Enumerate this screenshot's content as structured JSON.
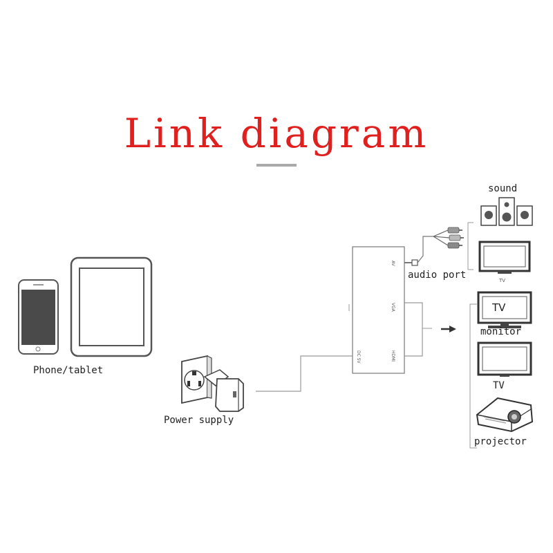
{
  "title": "Link diagram",
  "labels": {
    "phone_tablet": "Phone/tablet",
    "power_supply": "Power supply",
    "audio_port": "audio port",
    "sound": "sound",
    "tv_small": "TV",
    "tv_screen_text": "TV",
    "monitor": "monitor",
    "tv": "TV",
    "projector": "projector"
  },
  "ports": {
    "av": "AV",
    "vga": "VGA",
    "hdmi": "HDMI",
    "dc": "DC 5V"
  },
  "colors": {
    "title": "#e01f1f",
    "line": "#999999",
    "device": "#333333"
  },
  "icons": [
    "phone-icon",
    "tablet-icon",
    "power-outlet-icon",
    "power-adapter-icon",
    "speaker-icon",
    "tv-icon",
    "monitor-icon",
    "projector-icon",
    "audio-cable-icon",
    "arrow-right-icon"
  ]
}
